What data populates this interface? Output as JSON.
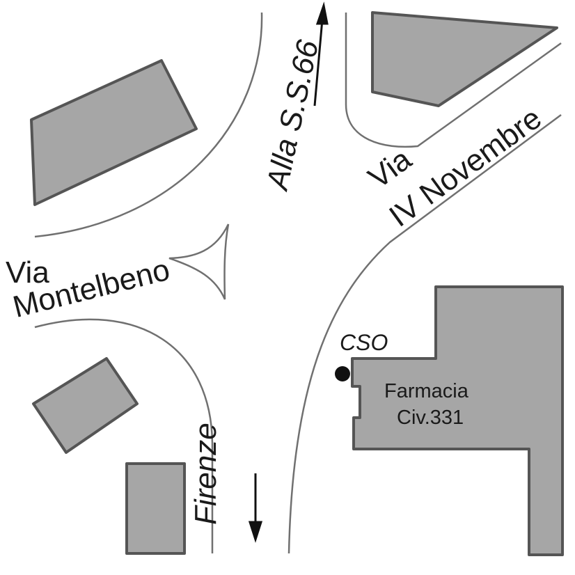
{
  "labels": {
    "alla_ss66": "Alla S.S.66",
    "via_iv_novembre_1": "Via",
    "via_iv_novembre_2": "IV Novembre",
    "via_montelbeno_1": "Via",
    "via_montelbeno_2": "Montelbeno",
    "cso": "CSO",
    "farmacia": "Farmacia",
    "civico": "Civ.331",
    "firenze": "Firenze"
  },
  "colors": {
    "building_fill": "#a6a6a6",
    "building_stroke": "#555555",
    "road_edge": "#707070",
    "marker": "#111111"
  },
  "icons": [
    "arrow-up-icon",
    "arrow-down-icon",
    "location-dot-icon"
  ]
}
